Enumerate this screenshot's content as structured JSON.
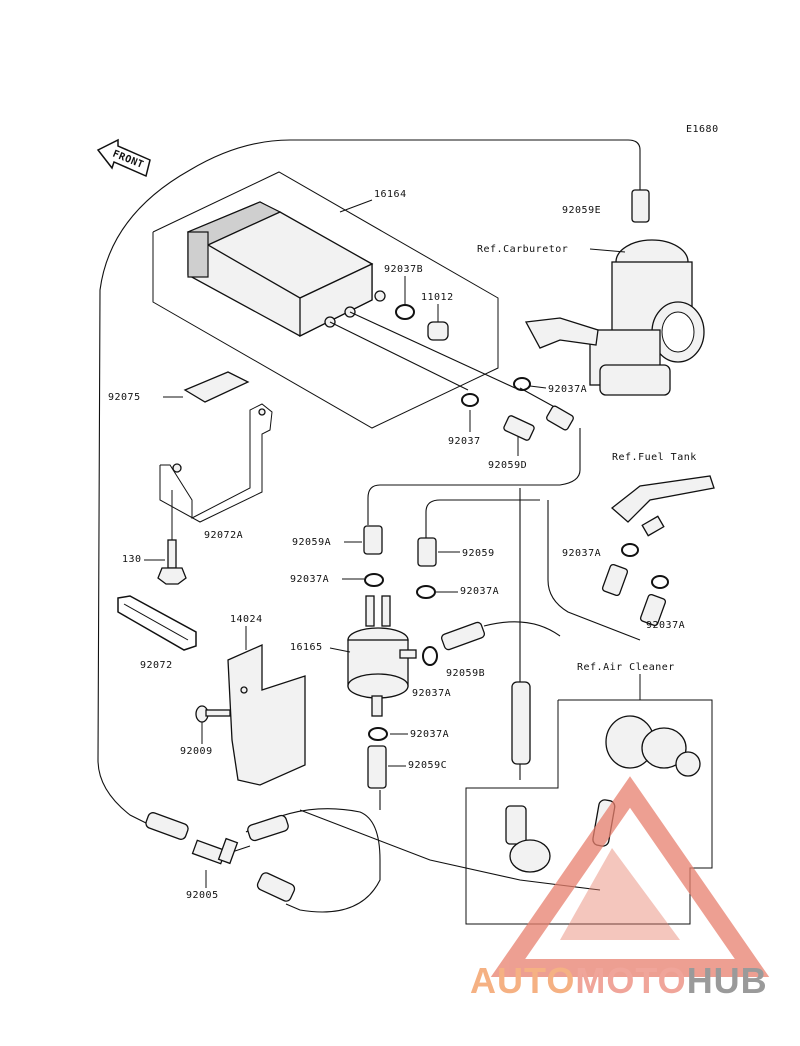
{
  "diagram_code": "E1680",
  "front_label": "FRONT",
  "refs": {
    "carburetor": "Ref.Carburetor",
    "fuel_tank": "Ref.Fuel Tank",
    "air_cleaner": "Ref.Air Cleaner"
  },
  "parts": {
    "canister": "16164",
    "clamp_b": "92037B",
    "plug": "11012",
    "hose_e": "92059E",
    "clamp_a_top": "92037A",
    "clamp": "92037",
    "hose_d": "92059D",
    "pad": "92075",
    "bracket": "92072A",
    "bolt": "130",
    "hose_a": "92059A",
    "hose": "92059",
    "clamp_a_left": "92037A",
    "clamp_a_mid": "92037A",
    "clamp_a_tank": "92037A",
    "clamp_a_tank2": "92037A",
    "band": "92072",
    "cover": "14024",
    "separator": "16165",
    "hose_b": "92059B",
    "clamp_a_sep": "92037A",
    "clamp_a_low": "92037A",
    "hose_c": "92059C",
    "screw": "92009",
    "fitting": "92005"
  },
  "watermark": {
    "part1": "AUTO",
    "part2": "MOTO",
    "part3": "HUB",
    "color1": "#f5b183",
    "color2": "#f0a59a",
    "color3": "#9a9a9a",
    "logo_color": "#e8806e"
  }
}
